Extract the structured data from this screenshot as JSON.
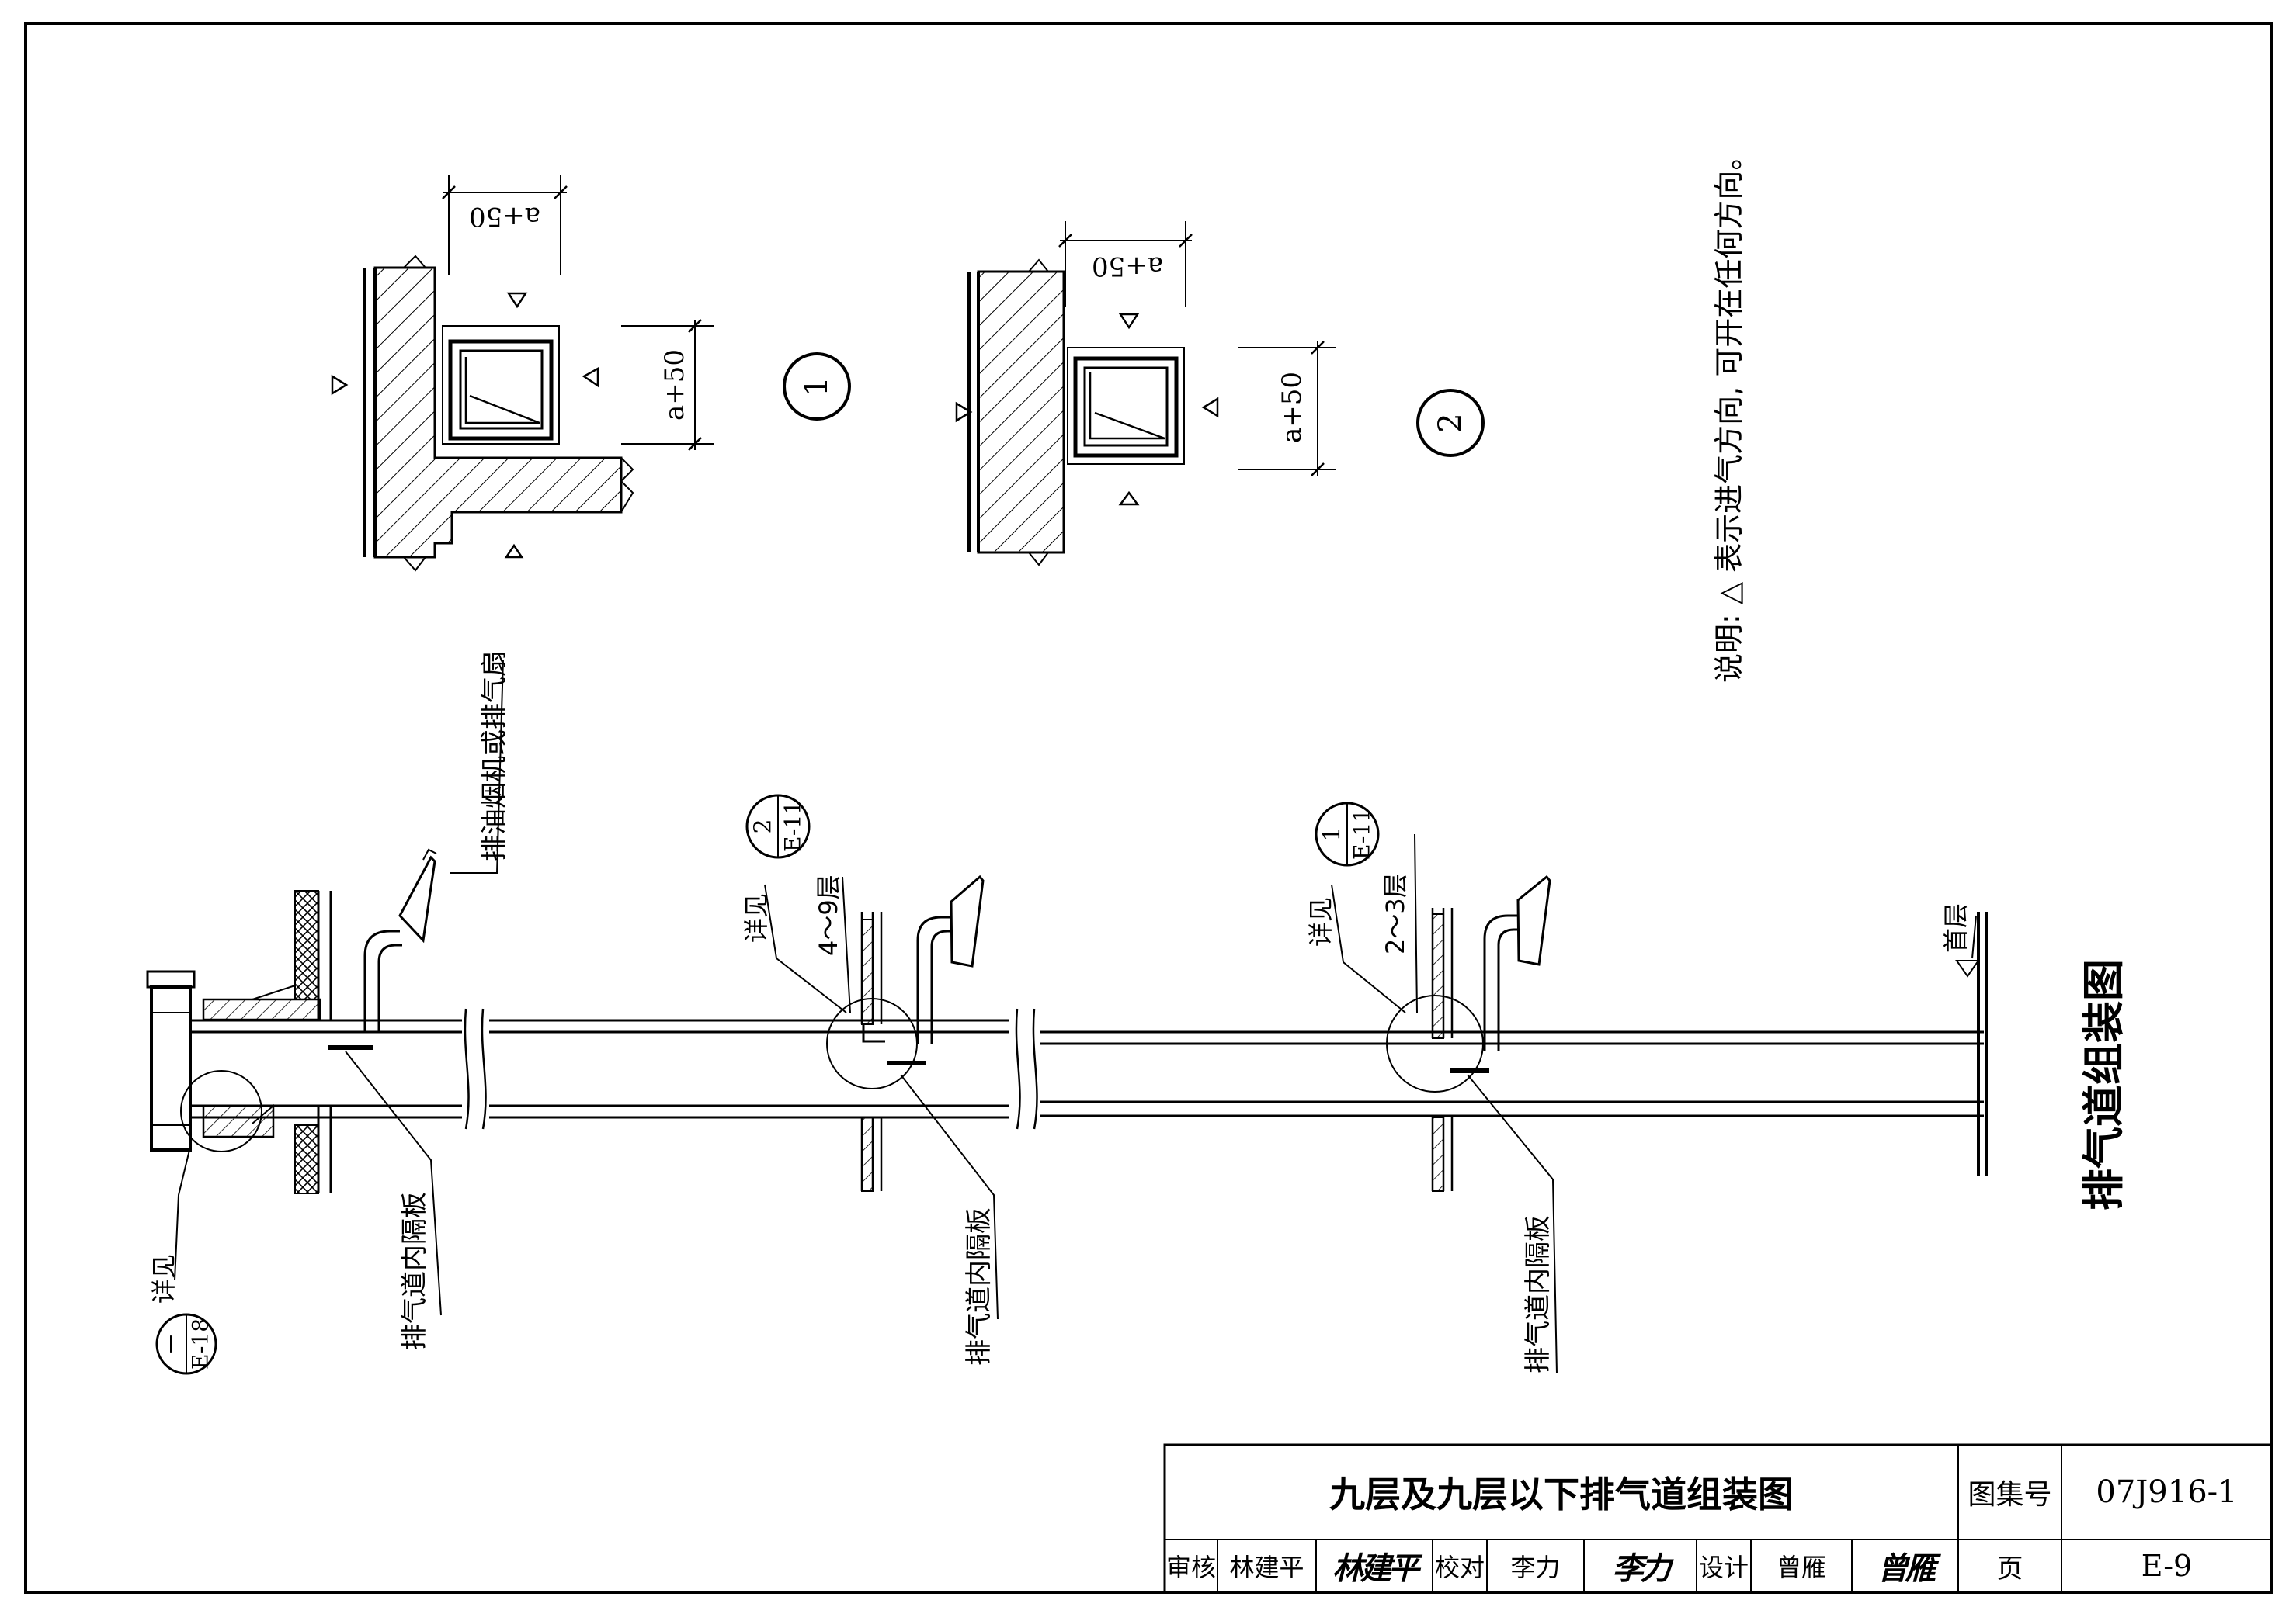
{
  "section_titles": {
    "main_vertical": "排气道组装图"
  },
  "note": {
    "text": "说明: △ 表示进气方向, 可开在任何方向。"
  },
  "plan_details": [
    {
      "id": "detail-1",
      "number": "1",
      "dim_top": "a+50",
      "dim_side": "a+50"
    },
    {
      "id": "detail-2",
      "number": "2",
      "dim_top": "a+50",
      "dim_side": "a+50"
    }
  ],
  "section_labels": {
    "fan": "排油烟机或排气扇",
    "partition_1": "排气道内隔板",
    "partition_2": "排气道内隔板",
    "partition_3": "排气道内隔板",
    "see_detail": "详见",
    "floor_4_9": "4～9层",
    "floor_2_3": "2～3层",
    "floor_1": "首层"
  },
  "callouts": [
    {
      "id": "callout-top",
      "number": "－",
      "sheet": "E-18"
    },
    {
      "id": "callout-4-9",
      "number": "2",
      "sheet": "E-11"
    },
    {
      "id": "callout-2-3",
      "number": "1",
      "sheet": "E-11"
    }
  ],
  "title_block": {
    "drawing_title": "九层及九层以下排气道组装图",
    "atlas_label": "图集号",
    "atlas_number": "07J916-1",
    "review_label": "审核",
    "review_name": "林建平",
    "review_sig": "林建平",
    "check_label": "校对",
    "check_name": "李力",
    "check_sig": "李力",
    "design_label": "设计",
    "design_name": "曾雁",
    "design_sig": "曾雁",
    "page_label": "页",
    "page_number": "E-9"
  }
}
